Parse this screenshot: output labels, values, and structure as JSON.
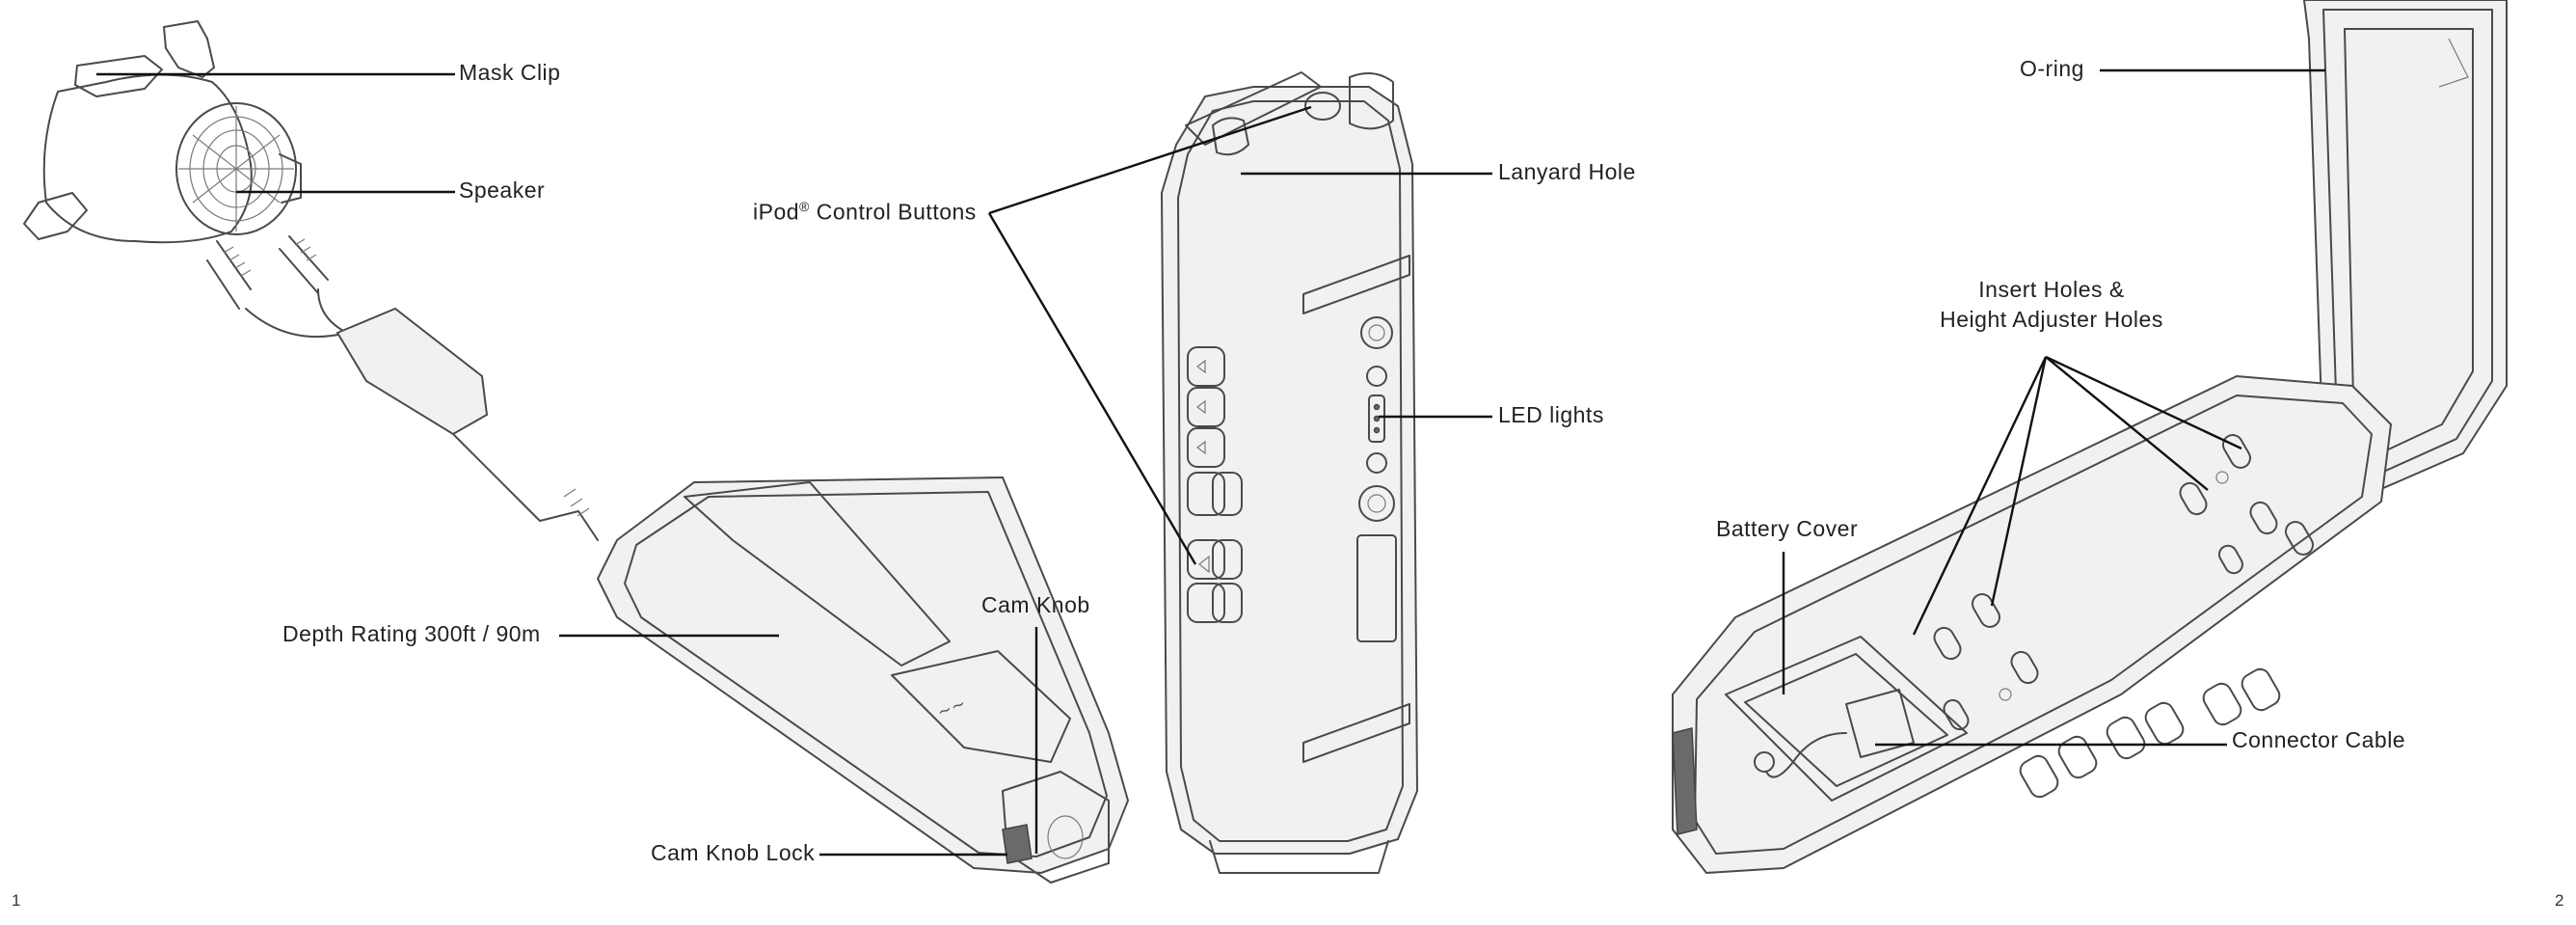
{
  "labels": {
    "mask_clip": "Mask Clip",
    "speaker": "Speaker",
    "ipod_buttons_prefix": "iPod",
    "ipod_buttons_reg": "®",
    "ipod_buttons_suffix": " Control Buttons",
    "lanyard_hole": "Lanyard Hole",
    "led_lights": "LED lights",
    "depth_rating": "Depth Rating 300ft / 90m",
    "cam_knob": "Cam Knob",
    "cam_knob_lock": "Cam Knob Lock",
    "o_ring": "O-ring",
    "insert_holes_line1": "Insert Holes &",
    "insert_holes_line2": "Height Adjuster Holes",
    "battery_cover": "Battery Cover",
    "connector_cable": "Connector Cable"
  },
  "page_numbers": {
    "left": "1",
    "right": "2"
  }
}
